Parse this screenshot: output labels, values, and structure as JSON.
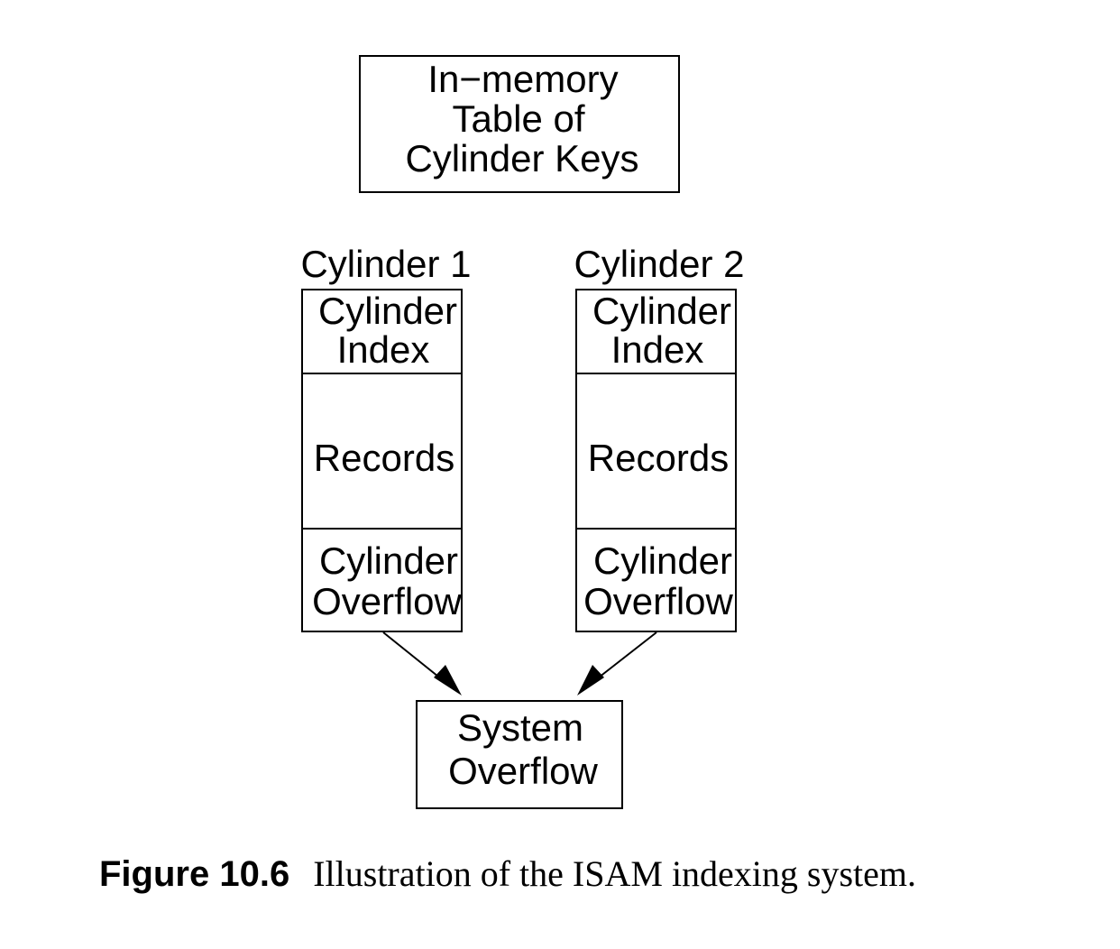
{
  "memory_table": {
    "lines": [
      "In−memory",
      "Table of",
      "Cylinder Keys"
    ]
  },
  "cylinders": [
    {
      "title": "Cylinder 1",
      "index_lines": [
        "Cylinder",
        "Index"
      ],
      "records_label": "Records",
      "overflow_lines": [
        "Cylinder",
        "Overflow"
      ]
    },
    {
      "title": "Cylinder 2",
      "index_lines": [
        "Cylinder",
        "Index"
      ],
      "records_label": "Records",
      "overflow_lines": [
        "Cylinder",
        "Overflow"
      ]
    }
  ],
  "system_overflow": {
    "lines": [
      "System",
      "Overflow"
    ]
  },
  "caption": {
    "number": "Figure 10.6",
    "text": "Illustration of the ISAM indexing system."
  }
}
